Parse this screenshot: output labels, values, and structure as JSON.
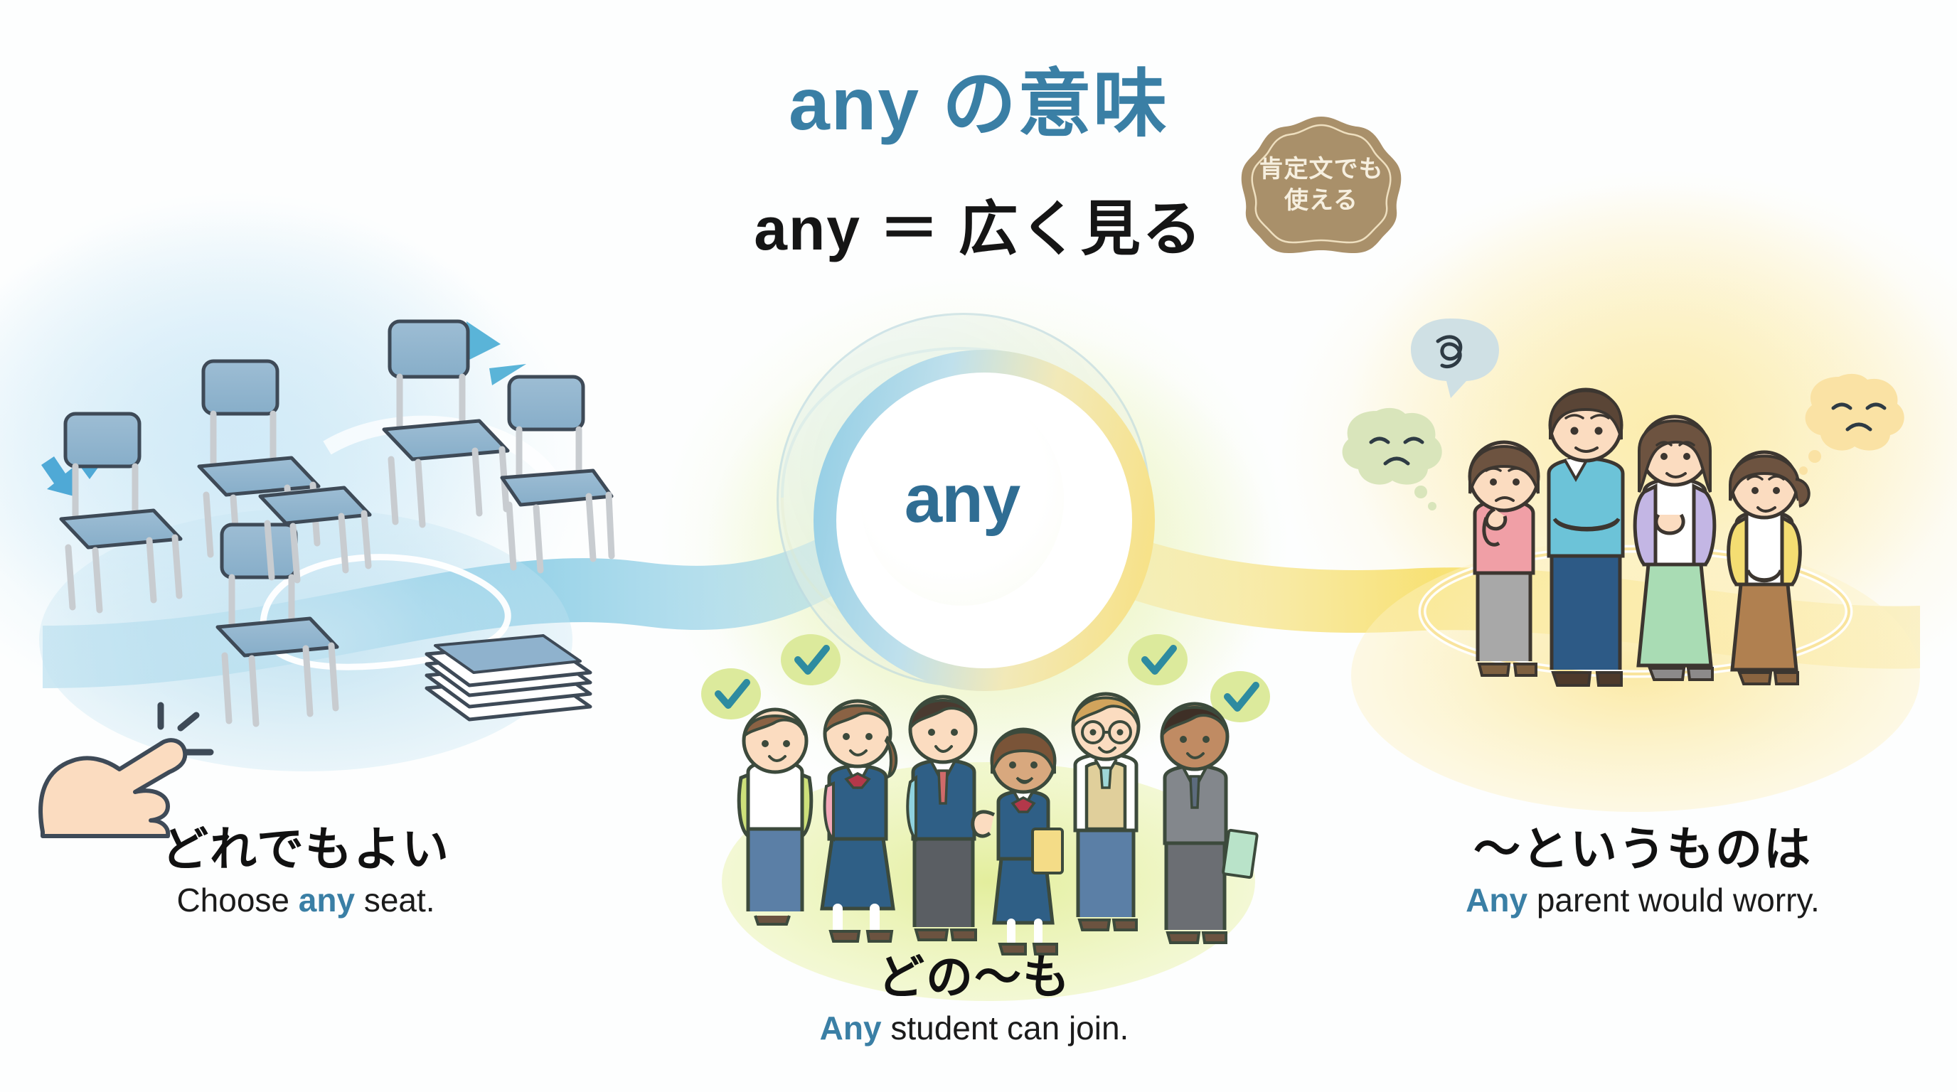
{
  "header": {
    "title": "any の意味",
    "subtitle": "any ＝ 広く見る"
  },
  "badge": {
    "name": "affirmative-use-badge",
    "line1": "肯定文でも",
    "line2": "使える",
    "fill_color": "#a9906a",
    "text_color": "#f6efdf"
  },
  "hub": {
    "word": "any",
    "word_color": "#2f6d93",
    "ring_blue": "#8fcce4",
    "ring_yellow": "#f8e07e"
  },
  "zones": [
    {
      "id": "left",
      "jp_caption": "どれでもよい",
      "en_before": "Choose ",
      "en_highlight": "any",
      "en_after": " seat.",
      "accent_color": "#7ec8e3",
      "ground_color": "#c5e4f2",
      "illustration": "chairs-and-pointing-hand",
      "chair_count": 6,
      "stack_count": 5,
      "sparkle_color": "#5ab4d8",
      "arrow_color": "#4fa9d6"
    },
    {
      "id": "center",
      "jp_caption": "どの〜も",
      "en_before": "",
      "en_highlight": "Any",
      "en_after": " student can join.",
      "accent_color": "#cfe07a",
      "ground_color": "#e3ee9d",
      "illustration": "group-of-students",
      "student_count": 6,
      "check_bubble_count": 4,
      "check_color": "#2e8ba0",
      "bubble_color": "#dcea9c"
    },
    {
      "id": "right",
      "jp_caption": "〜というものは",
      "en_before": "",
      "en_highlight": "Any",
      "en_after": " parent would worry.",
      "accent_color": "#f7e06e",
      "ground_color": "#fbeaa8",
      "illustration": "worried-parents",
      "parent_count": 4,
      "thought_bubble_count": 3,
      "halo_color": "#fbe9a0"
    }
  ],
  "ribbons": {
    "left_to_center_color": "#7ec8e3",
    "center_to_right_color": "#f7e06e"
  },
  "background_color": "#ffffff"
}
